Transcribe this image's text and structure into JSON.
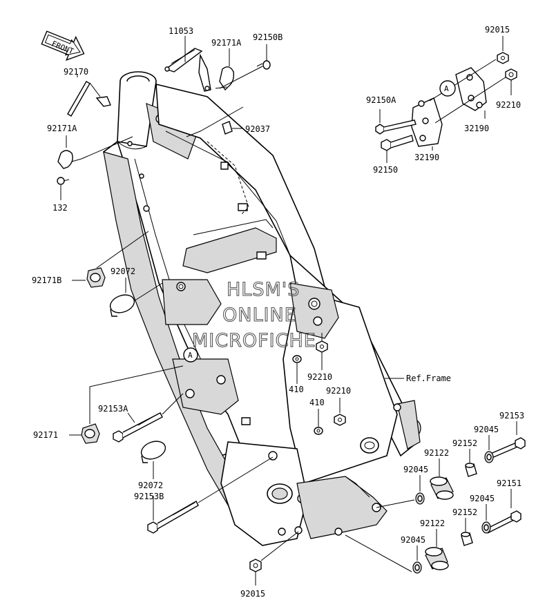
{
  "front_label": "FRONT",
  "ref_label": "Ref.Frame",
  "marker": "A",
  "watermark": [
    "HLSM'S",
    "ONLINE",
    "MICROFICHE"
  ],
  "parts": {
    "p11053": "11053",
    "p92171A_top": "92171A",
    "p92150B": "92150B",
    "p92015_top": "92015",
    "p92170": "92170",
    "p92171A_left": "92171A",
    "p132": "132",
    "p92037": "92037",
    "p92150A": "92150A",
    "p92210_top": "92210",
    "p32190_a": "32190",
    "p32190_b": "32190",
    "p92150": "92150",
    "p92171B": "92171B",
    "p92072_a": "92072",
    "p92210_mid": "92210",
    "p410_a": "410",
    "p410_b": "410",
    "p92210_low": "92210",
    "p92153A": "92153A",
    "p92171": "92171",
    "p92153": "92153",
    "p92045_a": "92045",
    "p92152_a": "92152",
    "p92122_a": "92122",
    "p92045_b": "92045",
    "p92072_b": "92072",
    "p92153B": "92153B",
    "p92151": "92151",
    "p92045_c": "92045",
    "p92152_b": "92152",
    "p92122_b": "92122",
    "p92045_d": "92045",
    "p92015_bottom": "92015"
  }
}
